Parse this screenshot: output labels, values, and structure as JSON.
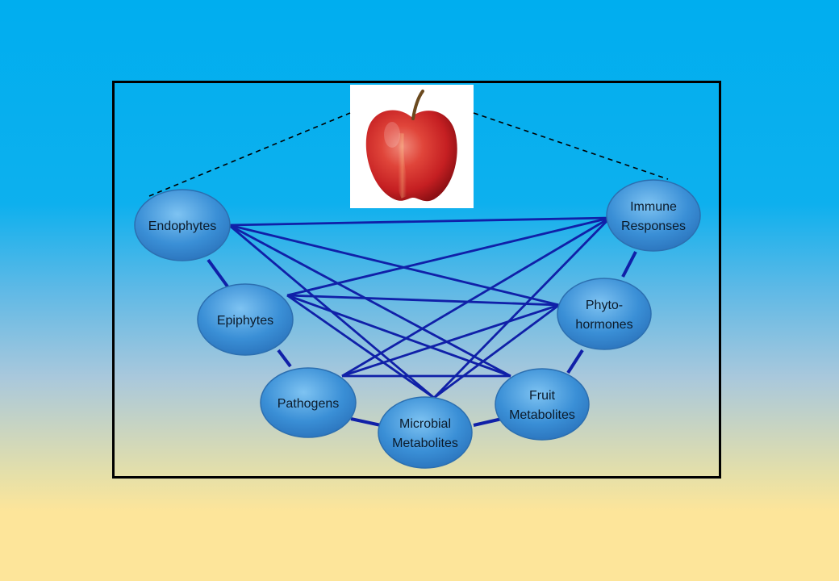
{
  "diagram": {
    "image": {
      "subject": "apple",
      "icon": "apple-photo"
    },
    "nodes": [
      {
        "id": "endophytes",
        "lines": [
          "Endophytes"
        ]
      },
      {
        "id": "epiphytes",
        "lines": [
          "Epiphytes"
        ]
      },
      {
        "id": "pathogens",
        "lines": [
          "Pathogens"
        ]
      },
      {
        "id": "microbial-metabolites",
        "lines": [
          "Microbial",
          "Metabolites"
        ]
      },
      {
        "id": "fruit-metabolites",
        "lines": [
          "Fruit",
          "Metabolites"
        ]
      },
      {
        "id": "phytohormones",
        "lines": [
          "Phyto-",
          "hormones"
        ]
      },
      {
        "id": "immune-responses",
        "lines": [
          "Immune",
          "Responses"
        ]
      }
    ],
    "chain_links": [
      [
        "endophytes",
        "epiphytes"
      ],
      [
        "epiphytes",
        "pathogens"
      ],
      [
        "pathogens",
        "microbial-metabolites"
      ],
      [
        "microbial-metabolites",
        "fruit-metabolites"
      ],
      [
        "fruit-metabolites",
        "phytohormones"
      ],
      [
        "phytohormones",
        "immune-responses"
      ]
    ],
    "cross_links": [
      [
        "endophytes",
        "immune-responses"
      ],
      [
        "endophytes",
        "phytohormones"
      ],
      [
        "endophytes",
        "fruit-metabolites"
      ],
      [
        "endophytes",
        "microbial-metabolites"
      ],
      [
        "epiphytes",
        "immune-responses"
      ],
      [
        "epiphytes",
        "phytohormones"
      ],
      [
        "epiphytes",
        "fruit-metabolites"
      ],
      [
        "epiphytes",
        "microbial-metabolites"
      ],
      [
        "pathogens",
        "immune-responses"
      ],
      [
        "pathogens",
        "phytohormones"
      ],
      [
        "pathogens",
        "fruit-metabolites"
      ],
      [
        "microbial-metabolites",
        "immune-responses"
      ],
      [
        "microbial-metabolites",
        "phytohormones"
      ]
    ],
    "colors": {
      "link": "#1020a8",
      "node_fill": "#3a8fd6",
      "node_stroke": "#2c6fb0",
      "frame": "#000000"
    }
  }
}
